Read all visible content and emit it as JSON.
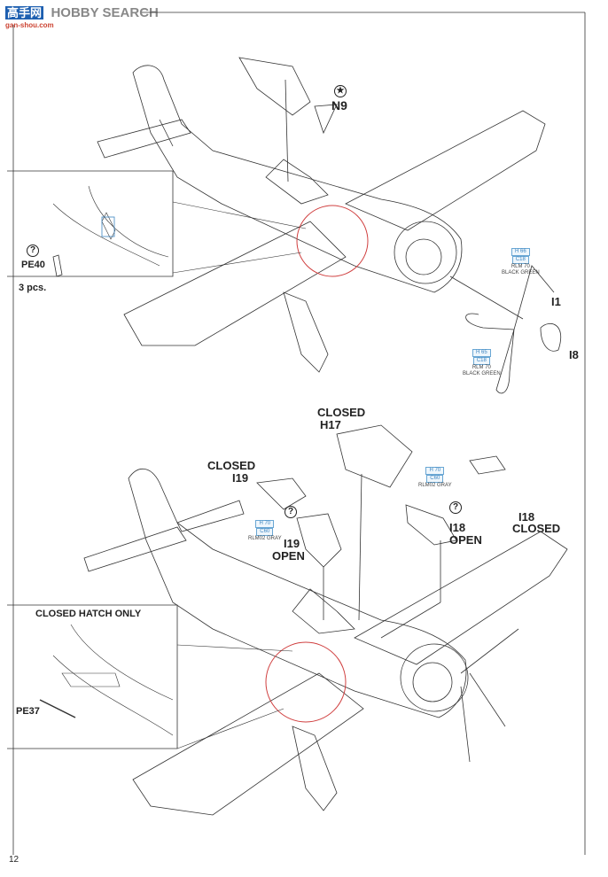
{
  "watermark": {
    "logo_cn": "高手网",
    "brand": "HOBBY SEARCH",
    "site": "gan-shou.com"
  },
  "page_number": "12",
  "top_diagram": {
    "parts": {
      "n9": "N9",
      "i1": "I1",
      "i8": "I8"
    },
    "etch_part": {
      "help_icon": "question-circle",
      "part": "PE40",
      "quantity": "3 pcs."
    },
    "color_callouts": [
      {
        "h": "H 66",
        "c": "C18",
        "name": "RLM 70",
        "desc": "BLACK GREEN"
      },
      {
        "h": "H 65",
        "c": "C18",
        "name": "RLM 70",
        "desc": "BLACK GREEN"
      }
    ]
  },
  "bottom_diagram": {
    "h17": {
      "state": "CLOSED",
      "part": "H17"
    },
    "i19_closed": {
      "state": "CLOSED",
      "part": "I19"
    },
    "i19_open": {
      "part": "I19",
      "state": "OPEN"
    },
    "i18_open": {
      "part": "I18",
      "state": "OPEN"
    },
    "i18_closed": {
      "part": "I18",
      "state": "CLOSED"
    },
    "inset_title": "CLOSED HATCH ONLY",
    "etch_part": "PE37",
    "color_callouts": [
      {
        "h": "H 70",
        "c": "C60",
        "name": "RLM02 GRAY"
      },
      {
        "h": "H 70",
        "c": "C60",
        "name": "RLM02 GRAY"
      }
    ]
  },
  "colors": {
    "callout_blue": "#3c84c0",
    "highlight_red": "#d04040",
    "line": "#333333"
  }
}
